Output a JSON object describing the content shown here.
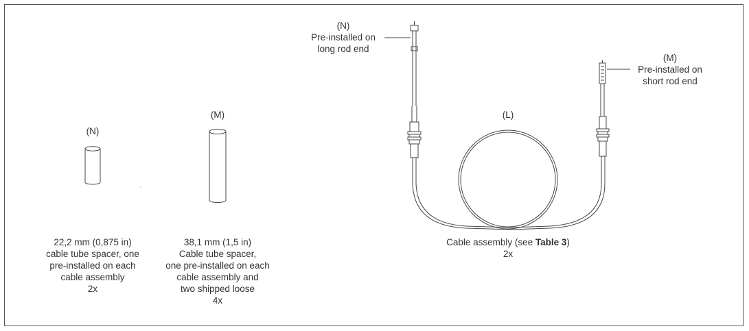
{
  "colors": {
    "line": "#444444",
    "text": "#333333"
  },
  "items": {
    "spacer_short": {
      "tag": "(N)",
      "caption": [
        "22,2 mm (0,875 in)",
        "cable tube spacer, one",
        "pre-installed on each",
        "cable assembly",
        "2x"
      ]
    },
    "spacer_long": {
      "tag": "(M)",
      "caption": [
        "38,1 mm (1,5 in)",
        "Cable tube spacer,",
        "one pre-installed on each",
        "cable assembly and",
        "two shipped loose",
        "4x"
      ]
    },
    "cable": {
      "tag": "(L)",
      "caption_text": "Cable assembly (see ",
      "caption_bold": "Table 3",
      "caption_close": ")",
      "caption_count": "2x"
    },
    "callout_long_rod": {
      "tag": "(N)",
      "lines": [
        "Pre-installed on",
        "long rod end"
      ]
    },
    "callout_short_rod": {
      "tag": "(M)",
      "lines": [
        "Pre-installed on",
        "short rod end"
      ]
    }
  }
}
